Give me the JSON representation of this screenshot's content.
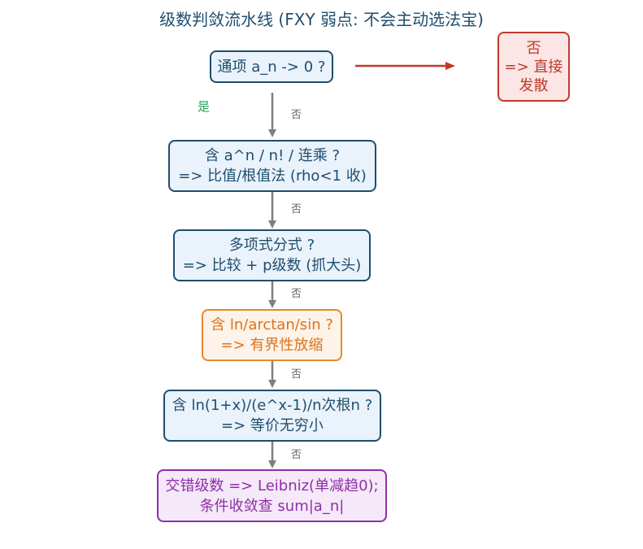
{
  "title": "级数判敛流水线 (FXY 弱点: 不会主动选法宝)",
  "nodes": {
    "n1": {
      "lines": [
        "通项 a_n -> 0 ?"
      ]
    },
    "n2": {
      "lines": [
        "含 a^n / n! / 连乘 ?",
        "=> 比值/根值法 (rho<1 收)"
      ]
    },
    "n3": {
      "lines": [
        "多项式分式 ?",
        "=> 比较 + p级数 (抓大头)"
      ]
    },
    "n4": {
      "lines": [
        "含 ln/arctan/sin ?",
        "=> 有界性放缩"
      ]
    },
    "n5": {
      "lines": [
        "含 ln(1+x)/(e^x-1)/n次根n ?",
        "=> 等价无穷小"
      ]
    },
    "n6": {
      "lines": [
        "交错级数 => Leibniz(单减趋0);",
        "条件收敛查 sum|a_n|"
      ]
    },
    "no_branch": {
      "lines": [
        "否",
        "=> 直接",
        "发散"
      ]
    }
  },
  "edge_labels": {
    "yes": "是",
    "e1": "否",
    "e2": "否",
    "e3": "否",
    "e4": "否",
    "e5": "否"
  },
  "colors": {
    "blue_border": "#1f4e6e",
    "blue_fill": "#eaf2fb",
    "orange_border": "#e58a2b",
    "purple_border": "#8e2fa8",
    "red_border": "#c0392b",
    "arrow_gray": "#7f7f7f",
    "arrow_red": "#c0392b",
    "yes_green": "#27a35a"
  }
}
